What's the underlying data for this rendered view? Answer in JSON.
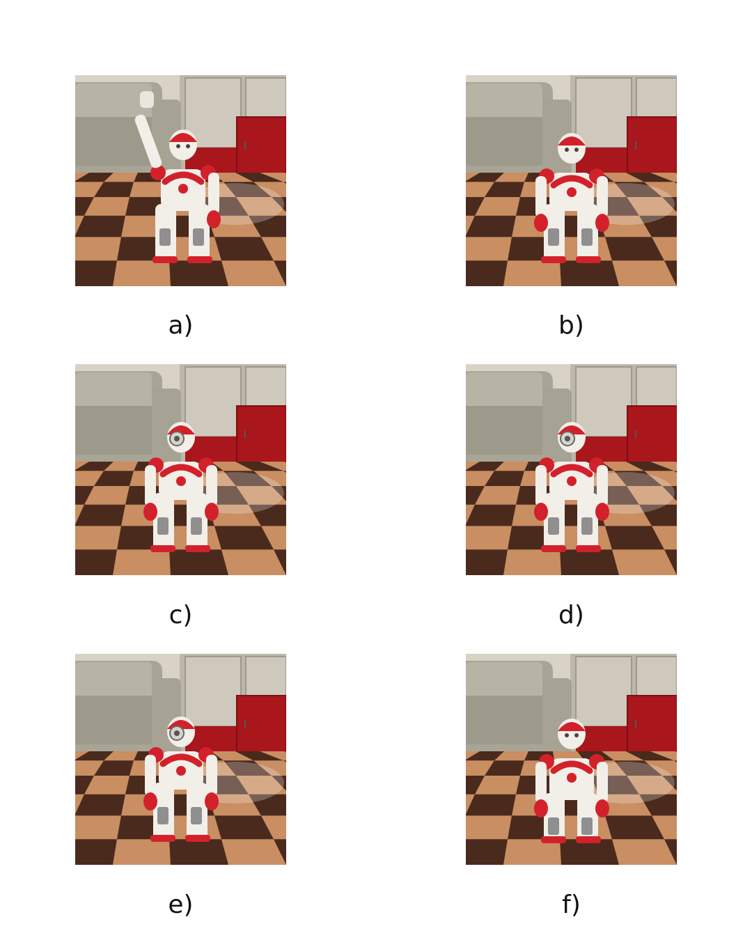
{
  "panels": [
    {
      "caption": "a)",
      "pose": "waving-arm",
      "head": "forward"
    },
    {
      "caption": "b)",
      "pose": "standing",
      "head": "forward"
    },
    {
      "caption": "c)",
      "pose": "standing",
      "head": "turned-side"
    },
    {
      "caption": "d)",
      "pose": "standing",
      "head": "turned-side"
    },
    {
      "caption": "e)",
      "pose": "standing",
      "head": "turned-side-low"
    },
    {
      "caption": "f)",
      "pose": "crouched",
      "head": "forward"
    }
  ],
  "colors": {
    "robot_red": "#d3212b",
    "robot_white": "#f2efe9",
    "robot_gray": "#8f8f8f",
    "floor_dark": "#4a2a1d",
    "floor_light": "#c98e62",
    "sofa": "#a9a596",
    "wall": "#d8d2c7",
    "cabinet_red": "#a9161c",
    "shelf": "#bdb7ab"
  }
}
